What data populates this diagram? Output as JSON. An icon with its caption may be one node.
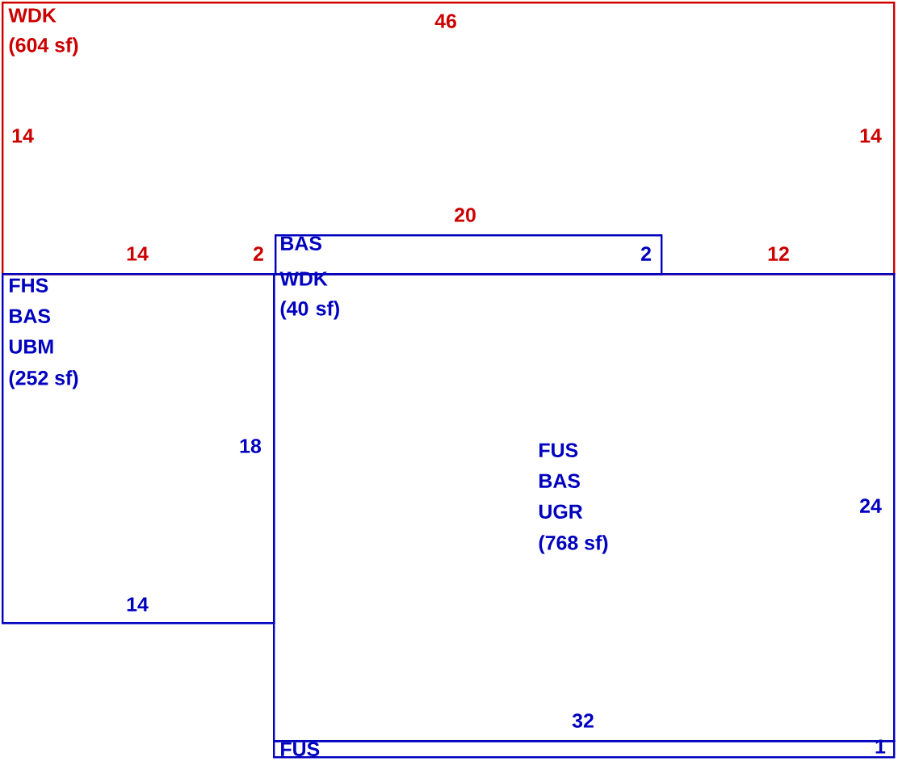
{
  "diagram": {
    "nodes": [
      {
        "text": [
          "WDK",
          "(604 sf)"
        ]
      },
      {
        "text": [
          "BAS"
        ],
        "beside": [
          "WDK (40 sf)"
        ],
        "in": 0
      },
      {
        "text": [
          "FHS",
          "BAS",
          "UBM",
          "(252 sf)"
        ]
      },
      {
        "text": [
          "FUS",
          "BAS",
          "UGR",
          "(768 sf)"
        ]
      },
      {
        "text": [
          "FUS"
        ]
      }
    ],
    "labels": [
      "46",
      "14",
      "14",
      "20",
      "14",
      "2",
      "2",
      "12",
      "18",
      "24",
      "14",
      "32",
      "1"
    ]
  }
}
